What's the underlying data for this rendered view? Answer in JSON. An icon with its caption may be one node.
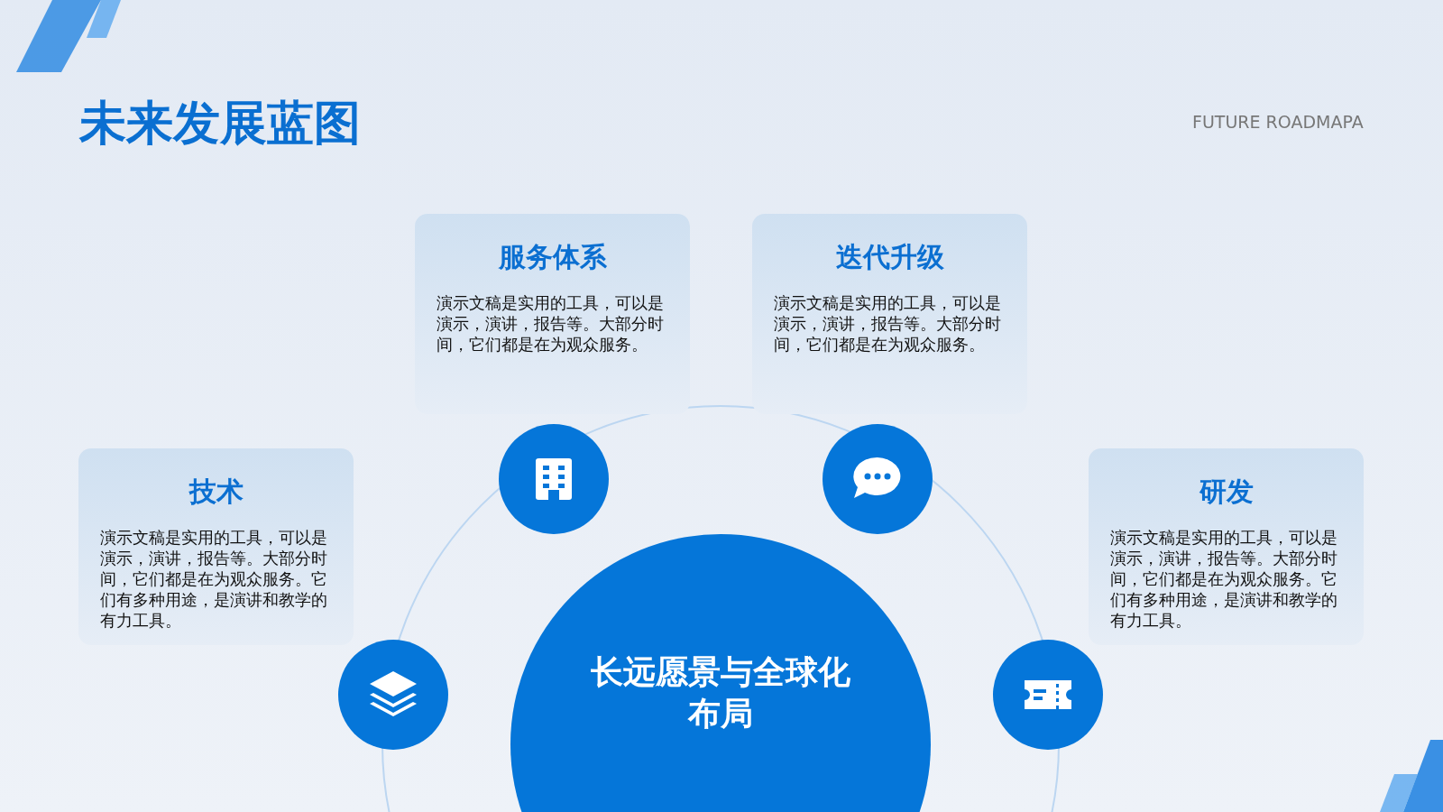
{
  "diagram": {
    "title": "未来发展蓝图",
    "nodes": [
      {
        "text": [
          "服务体系",
          "演示文稿是实用的工具，可以是演示，演讲，报告等。大部分时间，它们都是在为观众服务。"
        ]
      },
      {
        "text": [
          "迭代升级",
          "演示文稿是实用的工具，可以是演示，演讲，报告等。大部分时间，它们都是在为观众服务。"
        ]
      },
      {
        "text": [
          "技术",
          "演示文稿是实用的工具，可以是演示，演讲，报告等。大部分时间，它们都是在为观众服务。它们有多种用途，是演讲和教学的有力工具。"
        ]
      },
      {
        "text": [
          "研发",
          "演示文稿是实用的工具，可以是演示，演讲，报告等。大部分时间，它们都是在为观众服务。它们有多种用途，是演讲和教学的有力工具。"
        ]
      },
      {
        "text": [
          "长远愿景与全球化布局"
        ]
      }
    ],
    "edges": [],
    "labels": [
      "FUTURE ROADMAPA"
    ]
  }
}
